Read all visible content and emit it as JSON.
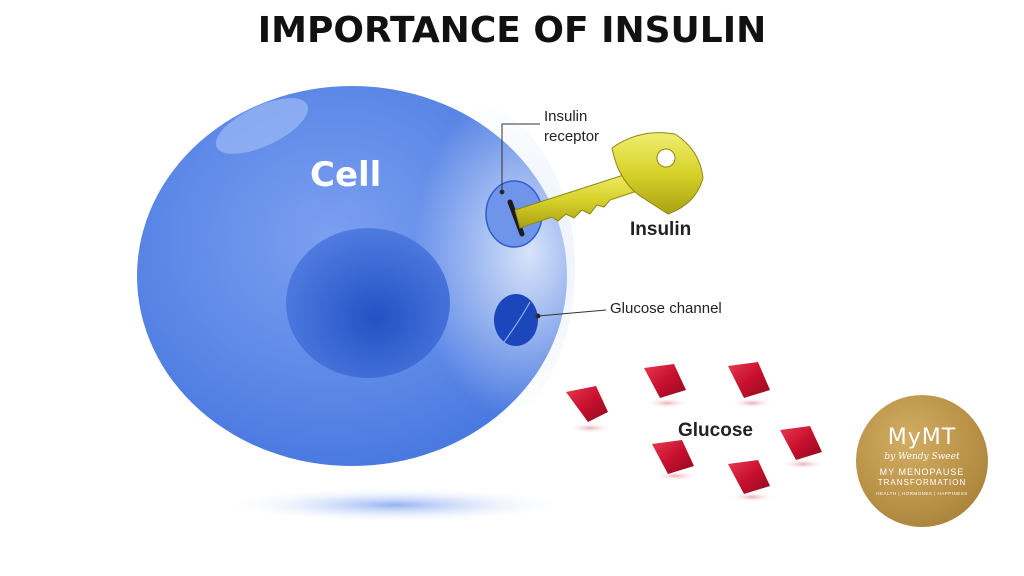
{
  "title": "IMPORTANCE OF INSULIN",
  "labels": {
    "cell": "Cell",
    "receptor_line1": "Insulin",
    "receptor_line2": "receptor",
    "insulin": "Insulin",
    "glucose_channel": "Glucose channel",
    "glucose": "Glucose"
  },
  "logo": {
    "mark": "MyMT",
    "signature": "by Wendy Sweet",
    "line1": "MY MENOPAUSE",
    "line2": "TRANSFORMATION",
    "tagline": "HEALTH | HORMONES | HAPPINESS"
  },
  "colors": {
    "cell": "#5a86e6",
    "nucleus": "#2f5ed0",
    "key": "#d9d52a",
    "glucose": "#c8102e",
    "logo": "#b68f45"
  }
}
